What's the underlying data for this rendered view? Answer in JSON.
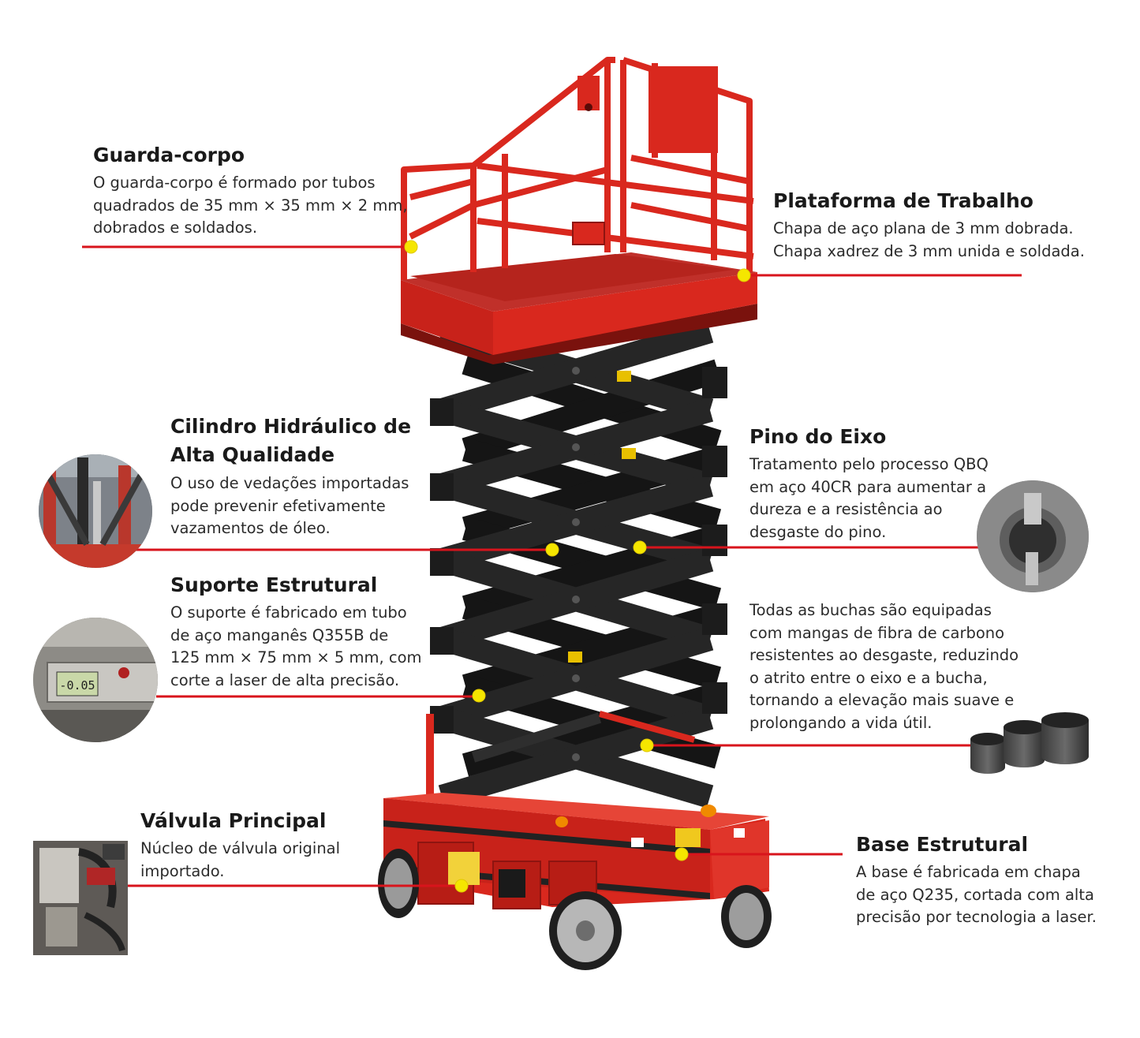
{
  "callouts": {
    "guarda_corpo": {
      "title": "Guarda-corpo",
      "text": "O guarda-corpo é formado por tubos\nquadrados de 35 mm × 35 mm × 2 mm,\ndobrados e soldados."
    },
    "plataforma": {
      "title": "Plataforma de Trabalho",
      "text": "Chapa de aço plana de 3 mm dobrada.\n Chapa xadrez de 3 mm unida e soldada."
    },
    "cilindro": {
      "title": "Cilindro Hidráulico de\nAlta Qualidade",
      "text": "O uso de vedações importadas\npode prevenir efetivamente\nvazamentos de óleo."
    },
    "pino": {
      "title": "Pino do Eixo",
      "text": "Tratamento pelo processo QBQ\nem aço 40CR para aumentar a\ndureza e a resistência ao\ndesgaste do pino."
    },
    "suporte": {
      "title": "Suporte Estrutural",
      "text": "O suporte é fabricado em tubo\nde aço manganês Q355B de\n125 mm × 75 mm × 5 mm, com\ncorte a laser de alta precisão."
    },
    "buchas": {
      "text": "Todas as buchas são equipadas\ncom mangas de fibra de carbono\nresistentes ao desgaste, reduzindo\no atrito entre o eixo e a bucha,\ntornando a elevação mais suave e\nprolongando a vida útil."
    },
    "valvula": {
      "title": "Válvula Principal",
      "text": "Núcleo de válvula original\nimportado."
    },
    "base": {
      "title": "Base Estrutural",
      "text": "A base é fabricada em chapa\nde aço Q235, cortada com alta\nprecisão por tecnologia a laser."
    }
  },
  "caliper_reading": "-0.05",
  "colors": {
    "machine_red": "#d9281e",
    "scissor_black": "#1e1e1e",
    "leader_line": "#d8141c",
    "marker_dot": "#f5e600"
  }
}
